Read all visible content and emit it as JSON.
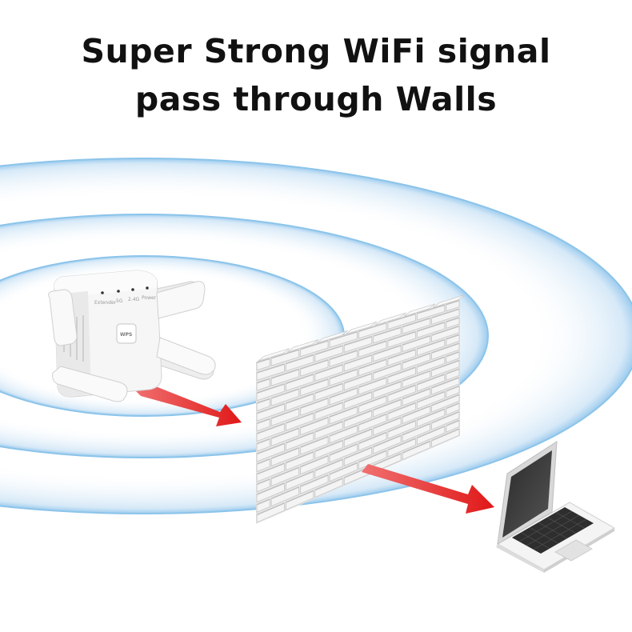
{
  "headline": {
    "line1": "Super Strong WiFi signal",
    "line2": "pass through Walls"
  },
  "device": {
    "led_labels": [
      "Extender",
      "5G",
      "2.4G",
      "Power"
    ],
    "wps_label": "WPS"
  },
  "colors": {
    "signal_ring": "#7fbde6",
    "signal_fill": "#dcecf8",
    "arrow": "#e02020",
    "wall_brick": "#f2f2f2",
    "wall_shadow": "#c9c9c9",
    "device_body": "#f4f4f4",
    "laptop_screen": "#3a3a3a"
  },
  "icons": [
    "wifi-extender-icon",
    "brick-wall-icon",
    "laptop-icon",
    "signal-arrow-icon"
  ]
}
